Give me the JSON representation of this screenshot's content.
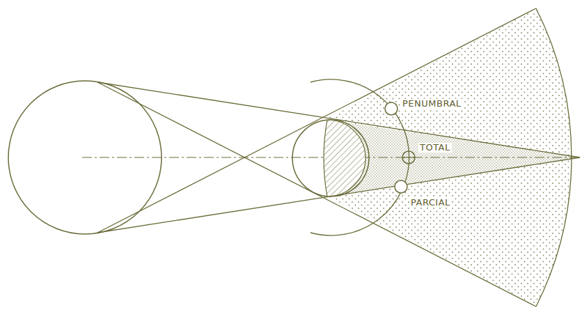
{
  "diagram": {
    "labels": [
      "PENUMBRAL",
      "TOTAL",
      "PARCIAL"
    ]
  }
}
